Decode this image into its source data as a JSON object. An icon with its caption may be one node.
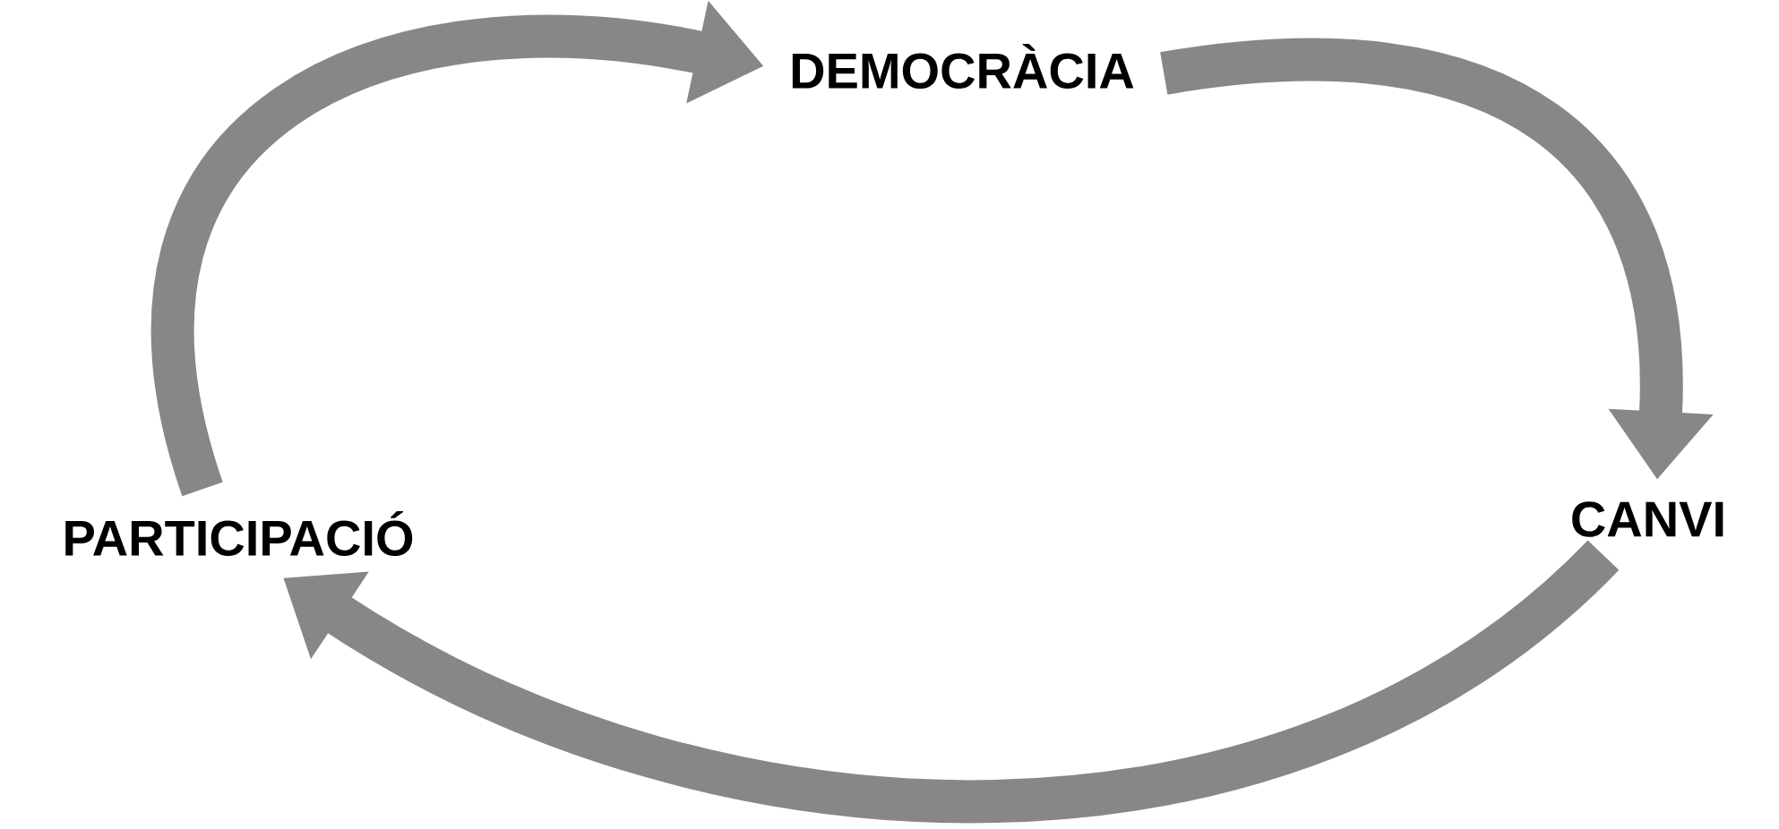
{
  "diagram": {
    "nodes": [
      {
        "text": [
          "DEMOCRÀCIA"
        ]
      },
      {
        "text": [
          "CANVI"
        ]
      },
      {
        "text": [
          "PARTICIPACIÓ"
        ]
      }
    ],
    "edges": [
      {
        "from": 0,
        "to": 1,
        "arrow": "to"
      },
      {
        "from": 1,
        "to": 2,
        "arrow": "to"
      },
      {
        "from": 2,
        "to": 0,
        "arrow": "to"
      }
    ]
  }
}
